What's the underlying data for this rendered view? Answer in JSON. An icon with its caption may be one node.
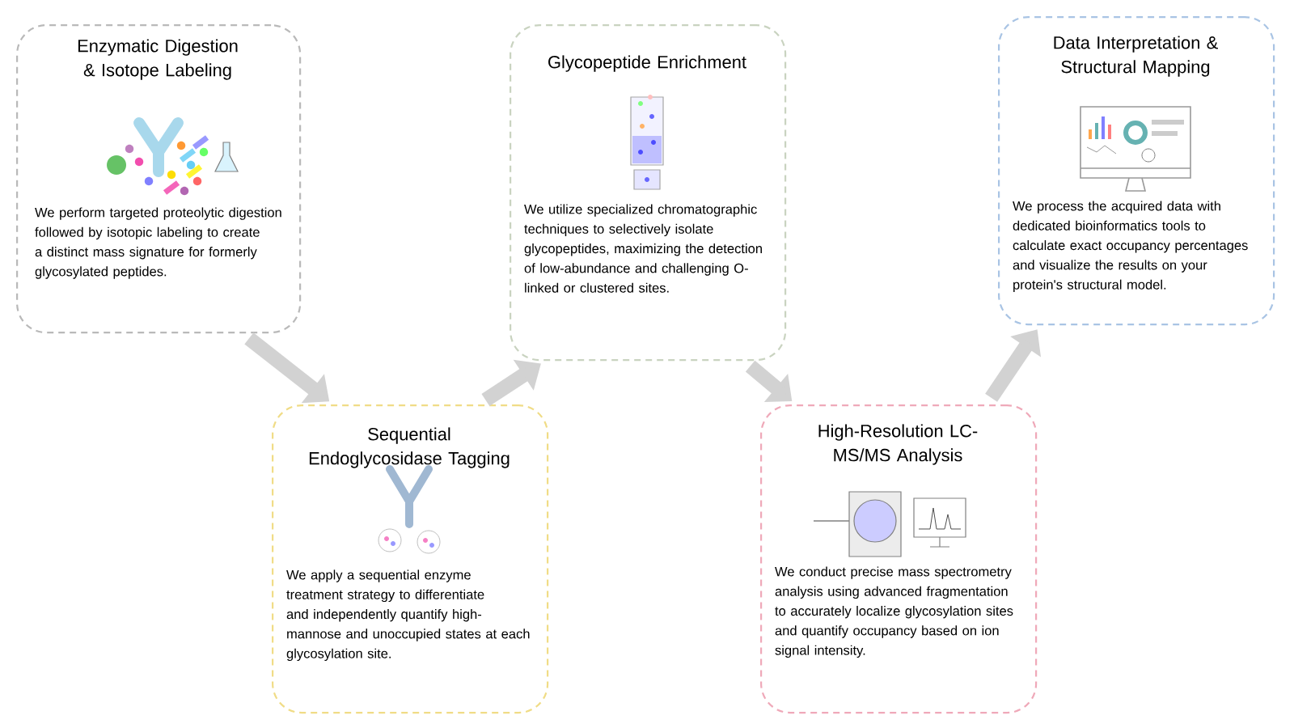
{
  "diagram": {
    "nodes": [
      {
        "text": [
          "Enzymatic Digestion & Isotope Labeling",
          "We perform targeted proteolytic digestion followed by isotopic labeling to create a distinct mass signature for formerly glycosylated peptides."
        ]
      },
      {
        "text": [
          "Sequential Endoglycosidase Tagging",
          "We apply a sequential enzyme treatment strategy to differentiate and independently quantify high-mannose and unoccupied states at each glycosylation site."
        ]
      },
      {
        "text": [
          "Glycopeptide Enrichment",
          "We utilize specialized chromatographic techniques to selectively isolate glycopeptides, maximizing the detection of low-abundance and challenging O-linked or clustered sites."
        ]
      },
      {
        "text": [
          "High-Resolution LC-MS/MS Analysis",
          "We conduct precise mass spectrometry analysis using advanced fragmentation to accurately localize glycosylation sites and quantify occupancy based on ion signal intensity."
        ]
      },
      {
        "text": [
          "Data Interpretation & Structural Mapping",
          "We process the acquired data with dedicated bioinformatics tools to calculate exact occupancy percentages and visualize the results on your protein's structural model."
        ]
      }
    ],
    "edges": [
      {
        "from": 0,
        "to": 1,
        "arrow": "to"
      },
      {
        "from": 1,
        "to": 2,
        "arrow": "to"
      },
      {
        "from": 2,
        "to": 3,
        "arrow": "to"
      },
      {
        "from": 3,
        "to": 4,
        "arrow": "to"
      }
    ]
  }
}
